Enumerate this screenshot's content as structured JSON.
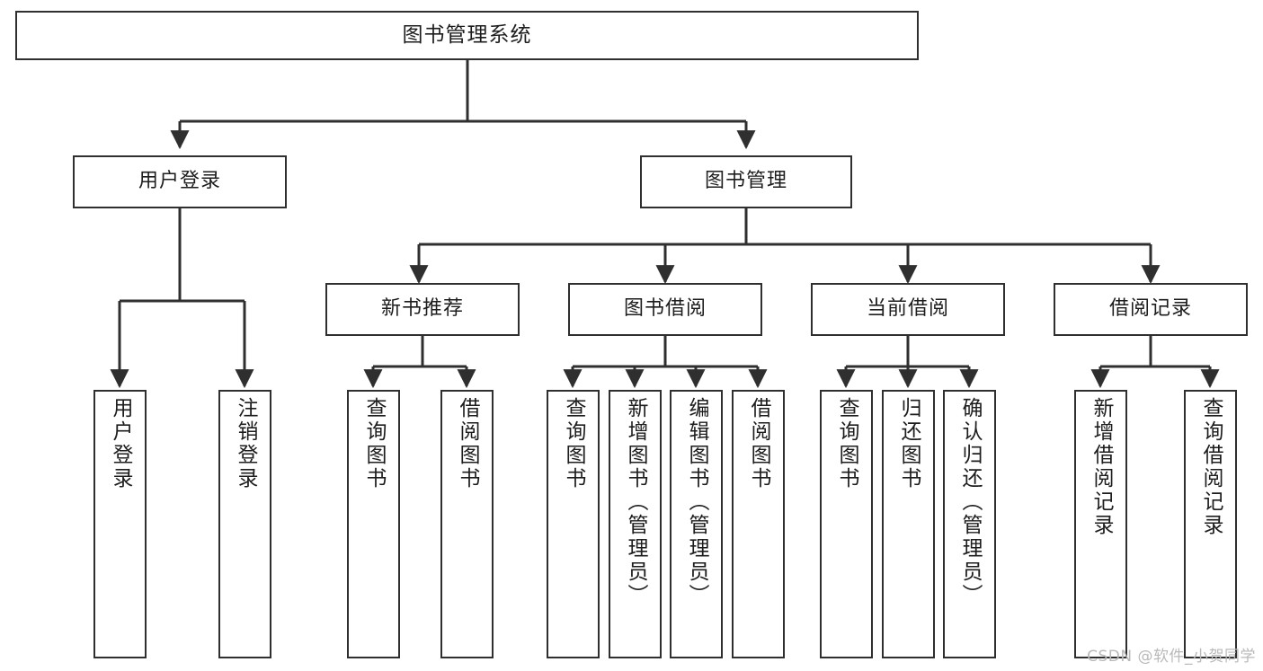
{
  "diagram": {
    "title": "图书管理系统",
    "type": "tree",
    "watermark": "CSDN @软件_小贺同学",
    "colors": {
      "stroke": "#2f2f2f",
      "fill": "#ffffff",
      "text": "#1d1d1d",
      "watermark": "#b9b9b9"
    },
    "root": {
      "label": "图书管理系统"
    },
    "level2": [
      {
        "label": "用户登录"
      },
      {
        "label": "图书管理"
      }
    ],
    "level3": [
      {
        "label": "新书推荐"
      },
      {
        "label": "图书借阅"
      },
      {
        "label": "当前借阅"
      },
      {
        "label": "借阅记录"
      }
    ],
    "leaves": {
      "user_login": [
        {
          "label": "用户登录"
        },
        {
          "label": "注销登录"
        }
      ],
      "new_book_recommend": [
        {
          "label": "查询图书"
        },
        {
          "label": "借阅图书"
        }
      ],
      "book_borrow": [
        {
          "label": "查询图书"
        },
        {
          "label": "新增图书（管理员）"
        },
        {
          "label": "编辑图书（管理员）"
        },
        {
          "label": "借阅图书"
        }
      ],
      "current_borrow": [
        {
          "label": "查询图书"
        },
        {
          "label": "归还图书"
        },
        {
          "label": "确认归还（管理员）"
        }
      ],
      "borrow_record": [
        {
          "label": "新增借阅记录"
        },
        {
          "label": "查询借阅记录"
        }
      ]
    }
  }
}
